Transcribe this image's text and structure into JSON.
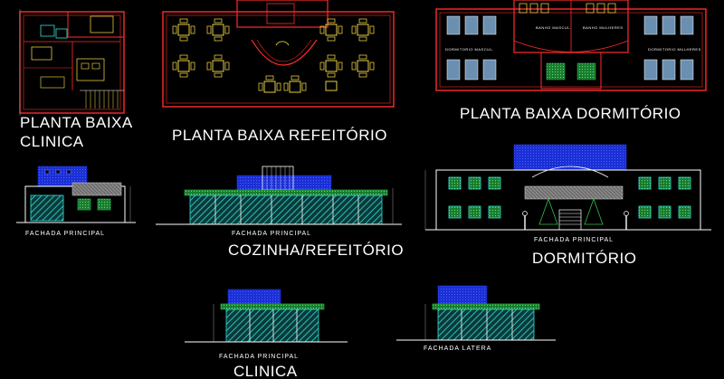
{
  "labels": {
    "planta_clinica_line1": "PLANTA BAIXA",
    "planta_clinica_line2": "CLINICA",
    "planta_refeitorio": "PLANTA BAIXA REFEITÓRIO",
    "planta_dormitorio": "PLANTA BAIXA DORMITÓRIO",
    "fachada_principal_clinica_top": "FACHADA PRINCIPAL",
    "fachada_principal_cozinha": "FACHADA PRINCIPAL",
    "cozinha_refeitorio": "COZINHA/REFEITÓRIO",
    "fachada_principal_dormitorio": "FACHADA PRINCIPAL",
    "dormitorio": "DORMITÓRIO",
    "fachada_principal_clinica_bottom": "FACHADA PRINCIPAL",
    "clinica_bottom": "CLINICA",
    "fachada_lateral": "FACHADA LATERA"
  },
  "room_labels": {
    "dorm_masc": "DORMITORIO MASCUL.",
    "dorm_fem": "DORMITORIO MULHERES",
    "wc_masc": "BANHO MASCUL.",
    "wc_fem": "BANHO MULHERES"
  },
  "colors": {
    "background": "#000000",
    "wall_red": "#ff2b2b",
    "line_white": "#ffffff",
    "line_gray": "#9a9a9a",
    "furniture_yellow": "#ffe24a",
    "glass_cyan": "#35e0d8",
    "window_green": "#1fa34a",
    "roof_blue": "#1b2fd6",
    "roof_green": "#2fbf4a",
    "bed_fill": "#6b8fb0"
  }
}
